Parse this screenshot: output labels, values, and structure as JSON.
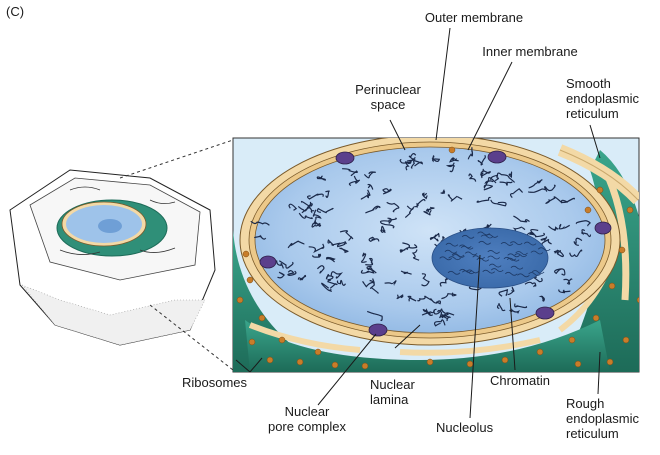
{
  "panel_letter": "(C)",
  "labels": {
    "outer_membrane": "Outer membrane",
    "inner_membrane": "Inner membrane",
    "perinuclear_space": "Perinuclear\nspace",
    "smooth_er": "Smooth\nendoplasmic\nreticulum",
    "ribosomes": "Ribosomes",
    "nuclear_lamina": "Nuclear\nlamina",
    "chromatin": "Chromatin",
    "nuclear_pore_complex": "Nuclear\npore complex",
    "nucleolus": "Nucleolus",
    "rough_er": "Rough\nendoplasmic\nreticulum"
  },
  "colors": {
    "nucleoplasm": "#a9c9ec",
    "nucleoplasm_dark": "#6f9fd6",
    "membrane": "#f3d9a6",
    "er_green": "#2f8f78",
    "er_green_dark": "#1d6b58",
    "ribosome": "#c87d2a",
    "pore": "#5b3f8c",
    "frame": "#d9ecf8"
  }
}
